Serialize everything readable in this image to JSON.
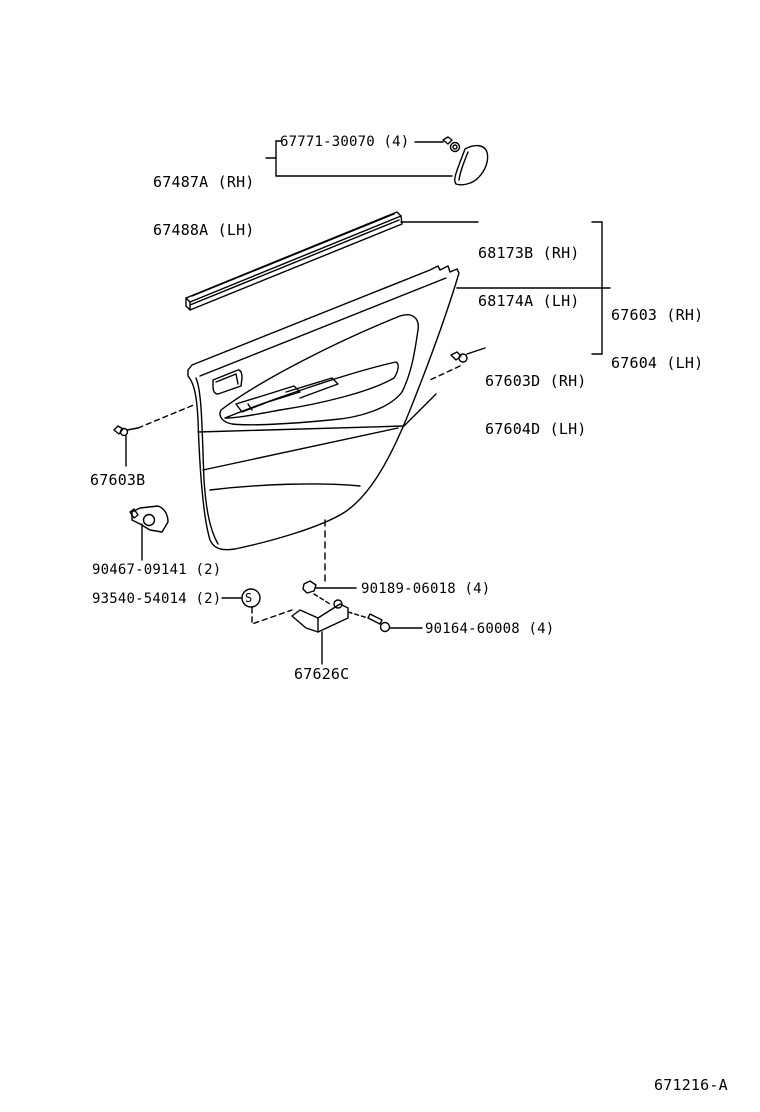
{
  "diagram": {
    "type": "exploded parts diagram",
    "subject": "rear door trim panel assembly",
    "figure_code": "671216-A",
    "colors": {
      "line": "#000000",
      "background": "#ffffff"
    }
  },
  "parts": {
    "cover_rh": "67487A (RH)",
    "cover_lh": "67488A (LH)",
    "cover_clip": "67771-30070 (4)",
    "weatherstrip_rh": "68173B (RH)",
    "weatherstrip_lh": "68174A (LH)",
    "panel_rh": "67603 (RH)",
    "panel_lh": "67604 (LH)",
    "panel_sub_rh": "67603D (RH)",
    "panel_sub_lh": "67604D (LH)",
    "clip_b": "67603B",
    "bracket_clip": "90467-09141 (2)",
    "screw_s": "93540-54014 (2)",
    "s_symbol": "S",
    "nut": "90189-06018 (4)",
    "bolt": "90164-60008 (4)",
    "handle_bracket": "67626C"
  }
}
